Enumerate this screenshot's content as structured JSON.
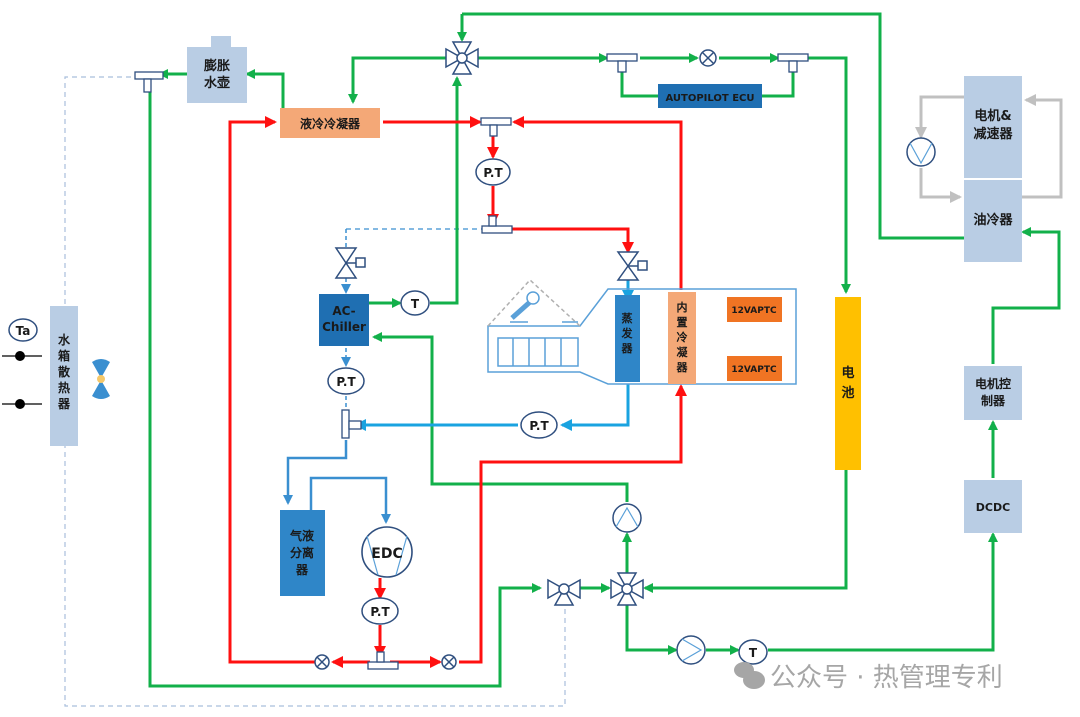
{
  "colors": {
    "coolant": "#12b04a",
    "hot_refrigerant": "#ff1010",
    "cold_refrigerant": "#1aa3e0",
    "oil": "#c0c0c0",
    "component_blue_light": "#b9cde4",
    "component_blue_dark": "#1f6fb2",
    "component_orange": "#f4a877",
    "component_orange_dark": "#f07423",
    "battery": "#ffc000",
    "outline": "#2f4f7f"
  },
  "components": {
    "expansion_tank": "膨胀\n水壶",
    "liquid_cooled_condenser": "液冷冷凝器",
    "autopilot_ecu": "AUTOPILOT ECU",
    "motor_reducer": "电机&\n减速器",
    "oil_cooler": "油冷器",
    "radiator": "水\n箱\n散\n热\n器",
    "ambient_sensor": "Ta",
    "ac_chiller": "AC-\nChiller",
    "evaporator": "蒸\n发\n器",
    "inner_condenser": "内\n置\n冷\n凝\n器",
    "ptc_1": "12VAPTC",
    "ptc_2": "12VAPTC",
    "battery": "电\n池",
    "motor_controller": "电机控\n制器",
    "dcdc": "DCDC",
    "gas_liquid_separator": "气液\n分离\n器",
    "compressor": "EDC"
  },
  "sensors": {
    "pt_top": "P.T",
    "pt_chiller": "P.T",
    "pt_return": "P.T",
    "pt_compressor": "P.T",
    "t_chiller": "T",
    "t_bottom": "T"
  },
  "watermark": "公众号 · 热管理专利"
}
